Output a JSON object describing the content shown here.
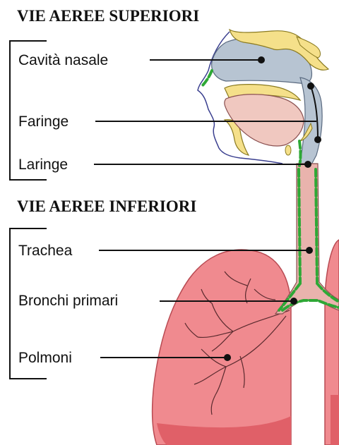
{
  "sections": [
    {
      "title": "VIE AEREE SUPERIORI",
      "labels": [
        "Cavità nasale",
        "Faringe",
        "Laringe"
      ]
    },
    {
      "title": "VIE AEREE INFERIORI",
      "labels": [
        "Trachea",
        "Bronchi primari",
        "Polmoni"
      ]
    }
  ],
  "colors": {
    "lung": "#f08a8f",
    "lung_shadow": "#d9505a",
    "bone": "#f5e08a",
    "nasal_cavity": "#b7c4d2",
    "tissue": "#f0c8c0",
    "cilia": "#2ea836",
    "trachea": "#e9b3ad",
    "line": "#111111"
  }
}
